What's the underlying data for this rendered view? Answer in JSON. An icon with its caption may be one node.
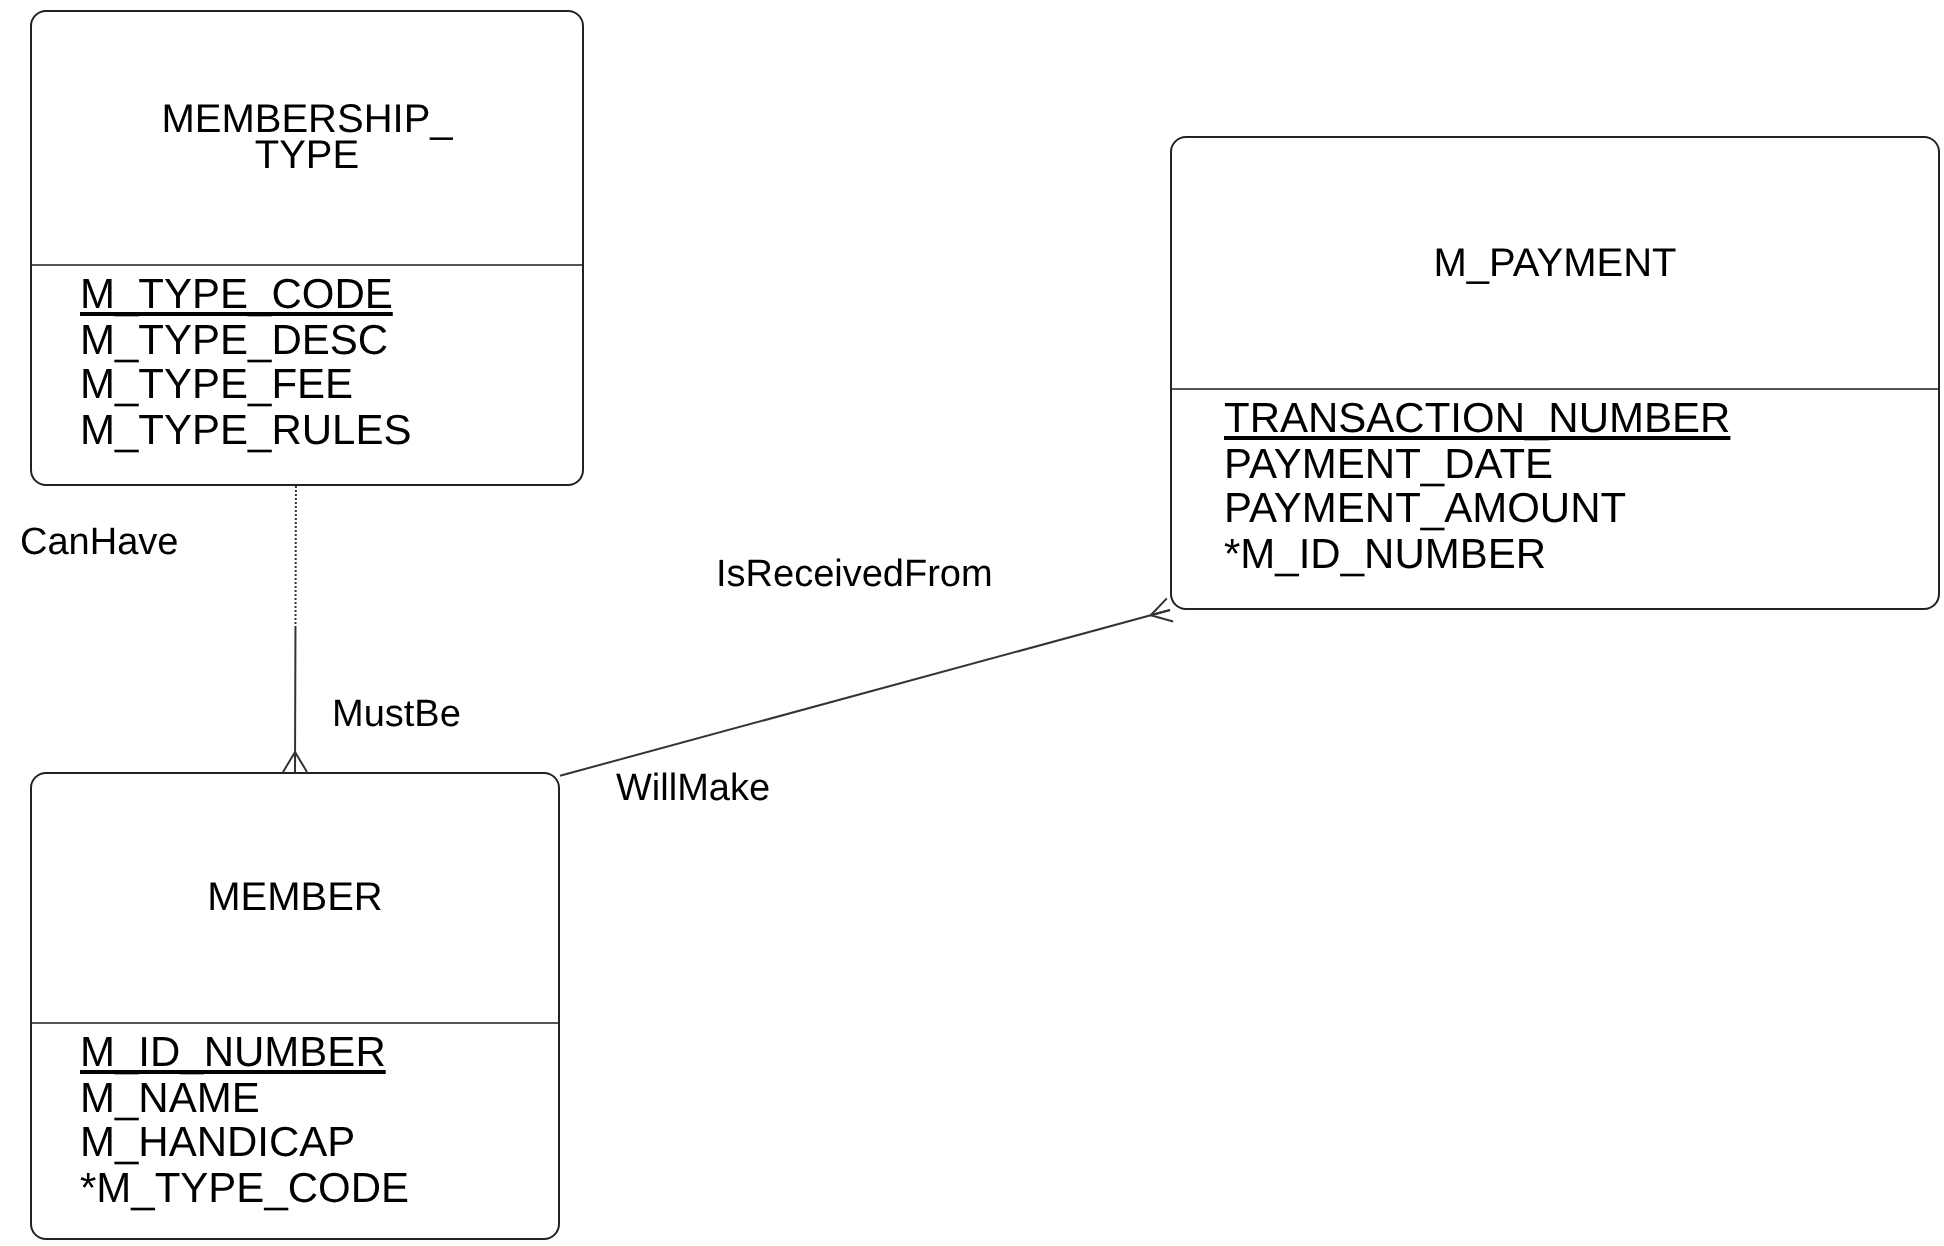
{
  "diagram": {
    "nodes": [
      {
        "text": [
          "MEMBERSHIP_ TYPE",
          "M_TYPE_CODE",
          "M_TYPE_DESC",
          "M_TYPE_FEE",
          "M_TYPE_RULES"
        ]
      },
      {
        "text": [
          "MEMBER",
          "M_ID_NUMBER",
          "M_NAME",
          "M_HANDICAP",
          "*M_TYPE_CODE"
        ]
      },
      {
        "text": [
          "M_PAYMENT",
          "TRANSACTION_NUMBER",
          "PAYMENT_DATE",
          "PAYMENT_AMOUNT",
          "*M_ID_NUMBER"
        ]
      }
    ],
    "edges": [
      {
        "from": 0,
        "to": 1,
        "arrow": "other",
        "style": "dashed"
      },
      {
        "from": 1,
        "to": 2,
        "arrow": "other"
      }
    ],
    "labels": [
      "CanHave",
      "IsReceivedFrom",
      "MustBe",
      "WillMake"
    ]
  }
}
